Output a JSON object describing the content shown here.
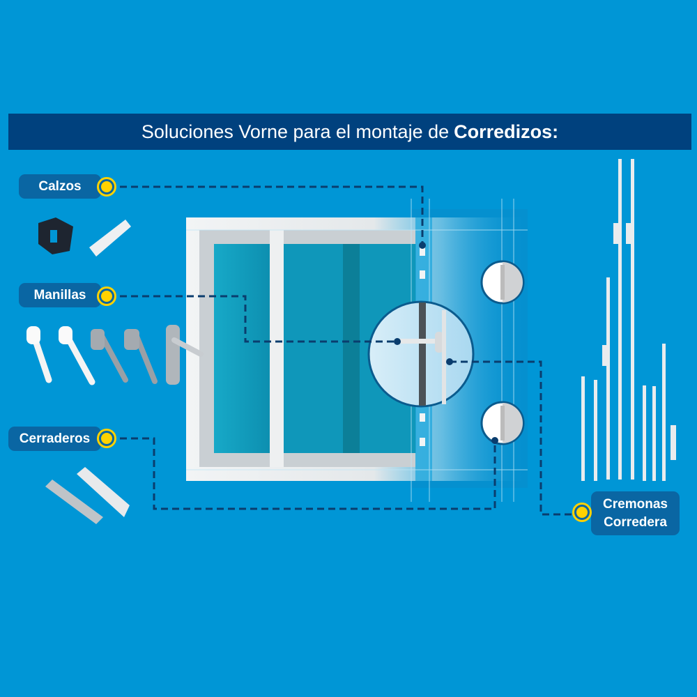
{
  "title": {
    "prefix": "Soluciones Vorne para el montaje de",
    "bold": "Corredizos:"
  },
  "labels": {
    "calzos": "Calzos",
    "manillas": "Manillas",
    "cerraderos": "Cerraderos",
    "cremonas_line1": "Cremonas",
    "cremonas_line2": "Corredera"
  },
  "colors": {
    "background": "#0096d6",
    "title_bar": "#00417e",
    "pill": "#0a66a3",
    "accent": "#ffd200",
    "connector": "#0a3d6e"
  }
}
